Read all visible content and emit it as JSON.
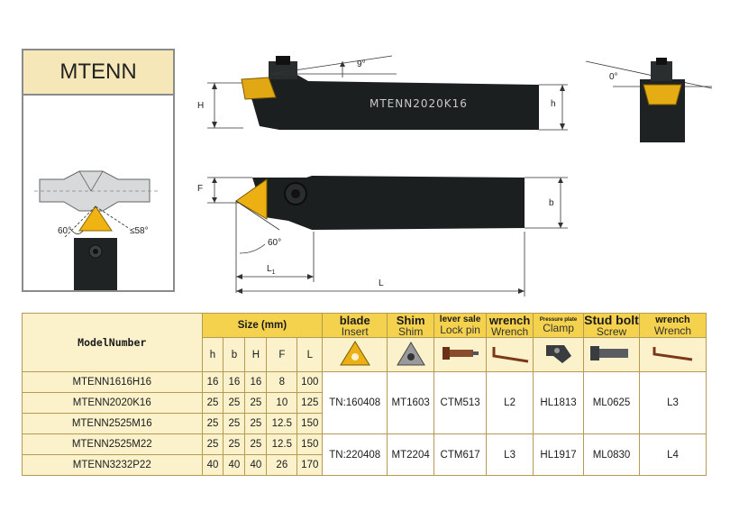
{
  "model_box": {
    "title": "MTENN",
    "angle_left": "60°",
    "angle_right": "≤58°"
  },
  "side_view": {
    "label_model": "MTENN2020K16",
    "angle_top": "9°",
    "angle_right": "0°",
    "dim_H": "H",
    "dim_h": "h"
  },
  "top_view": {
    "dim_F": "F",
    "dim_b": "b",
    "dim_L1": "L",
    "dim_L1_sub": "1",
    "dim_L": "L",
    "angle": "60°"
  },
  "table": {
    "model_header": "ModelNumber",
    "size_header": "Size (mm)",
    "size_cols": [
      "h",
      "b",
      "H",
      "F",
      "L"
    ],
    "accessories": [
      {
        "main": "blade",
        "sub": "Insert",
        "name": "insert"
      },
      {
        "main": "Shim",
        "sub": "Shim",
        "name": "shim"
      },
      {
        "main": "lever sale",
        "sub": "Lock pin",
        "name": "lock-pin"
      },
      {
        "main": "wrench",
        "sub": "Wrench",
        "name": "wrench"
      },
      {
        "main": "Pressure plate",
        "sub": "Clamp",
        "name": "clamp"
      },
      {
        "main": "Stud bolt",
        "sub": "Screw",
        "name": "screw"
      },
      {
        "main": "wrench",
        "sub": "Wrench",
        "name": "wrench-2"
      }
    ],
    "rows": [
      {
        "model": "MTENN1616H16",
        "h": "16",
        "b": "16",
        "H": "16",
        "F": "8",
        "L": "100"
      },
      {
        "model": "MTENN2020K16",
        "h": "25",
        "b": "25",
        "H": "25",
        "F": "10",
        "L": "125"
      },
      {
        "model": "MTENN2525M16",
        "h": "25",
        "b": "25",
        "H": "25",
        "F": "12.5",
        "L": "150"
      },
      {
        "model": "MTENN2525M22",
        "h": "25",
        "b": "25",
        "H": "25",
        "F": "12.5",
        "L": "150"
      },
      {
        "model": "MTENN3232P22",
        "h": "40",
        "b": "40",
        "H": "40",
        "F": "26",
        "L": "170"
      }
    ],
    "groups": [
      {
        "insert": "TN:160408",
        "shim": "MT1603",
        "lockpin": "CTM513",
        "wrench": "L2",
        "clamp": "HL1813",
        "screw": "ML0625",
        "wrench2": "L3"
      },
      {
        "insert": "TN:220408",
        "shim": "MT2204",
        "lockpin": "CTM617",
        "wrench": "L3",
        "clamp": "HL1917",
        "screw": "ML0830",
        "wrench2": "L4"
      }
    ]
  },
  "colors": {
    "gold": "#f4d24e",
    "cream": "#fbf2cc",
    "steel": "#1c1f20"
  }
}
